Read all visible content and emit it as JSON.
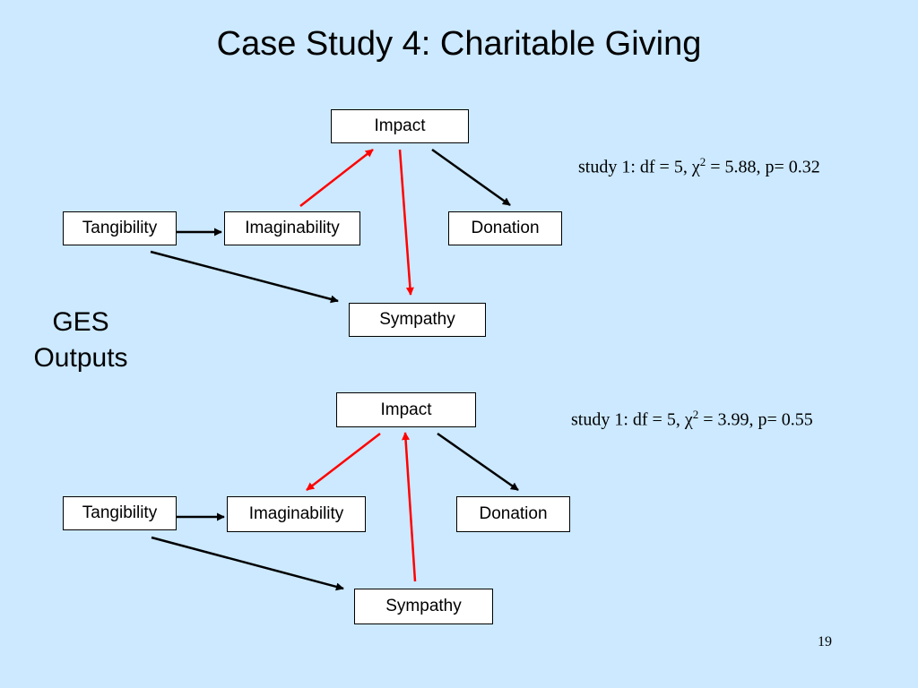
{
  "title": "Case Study 4: Charitable Giving",
  "side_label": {
    "line1": "GES",
    "line2": "Outputs"
  },
  "diagram_top": {
    "nodes": {
      "impact": "Impact",
      "tangibility": "Tangibility",
      "imaginability": "Imaginability",
      "donation": "Donation",
      "sympathy": "Sympathy"
    },
    "stats": {
      "prefix": "study 1: df = 5, ",
      "chi": "χ",
      "sup": "2",
      "rest": " = 5.88, p= 0.32"
    },
    "edges": [
      {
        "from": "tangibility",
        "to": "imaginability",
        "color": "#000000"
      },
      {
        "from": "imaginability",
        "to": "impact",
        "color": "#ff0000"
      },
      {
        "from": "impact",
        "to": "donation",
        "color": "#000000"
      },
      {
        "from": "impact",
        "to": "sympathy",
        "color": "#ff0000"
      },
      {
        "from": "tangibility",
        "to": "sympathy",
        "color": "#000000"
      }
    ]
  },
  "diagram_bottom": {
    "nodes": {
      "impact": "Impact",
      "tangibility": "Tangibility",
      "imaginability": "Imaginability",
      "donation": "Donation",
      "sympathy": "Sympathy"
    },
    "stats": {
      "prefix": "study 1: df = 5, ",
      "chi": "χ",
      "sup": "2",
      "rest": " = 3.99, p= 0.55"
    },
    "edges": [
      {
        "from": "tangibility",
        "to": "imaginability",
        "color": "#000000"
      },
      {
        "from": "impact",
        "to": "imaginability",
        "color": "#ff0000"
      },
      {
        "from": "impact",
        "to": "donation",
        "color": "#000000"
      },
      {
        "from": "sympathy",
        "to": "impact",
        "color": "#ff0000"
      },
      {
        "from": "tangibility",
        "to": "sympathy",
        "color": "#000000"
      }
    ]
  },
  "page_number": "19"
}
